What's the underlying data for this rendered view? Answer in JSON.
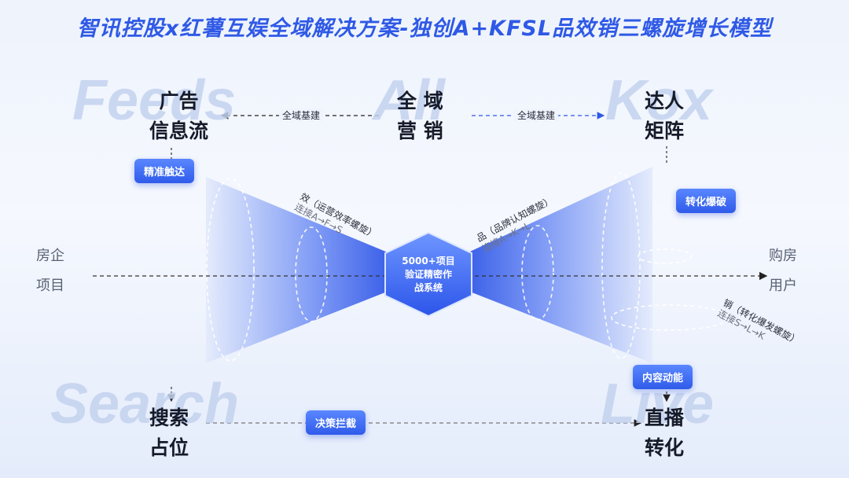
{
  "title": "智讯控股x红薯互娱全域解决方案-独创A+KFSL品效销三螺旋增长模型",
  "watermarks": {
    "feeds": "Feeds",
    "all": "All",
    "kox": "Kox",
    "search": "Search",
    "live": "Live"
  },
  "nodes": {
    "feeds": [
      "广告",
      "信息流"
    ],
    "all": [
      "全 域",
      "营 销"
    ],
    "kox": [
      "达人",
      "矩阵"
    ],
    "search": [
      "搜索",
      "占位"
    ],
    "live": [
      "直播",
      "转化"
    ]
  },
  "edges": {
    "left_label": "全域基建",
    "right_label": "全域基建"
  },
  "side": {
    "left": [
      "房企",
      "项目"
    ],
    "right": [
      "购房",
      "用户"
    ]
  },
  "badges": {
    "precise": "精准触达",
    "convert": "转化爆破",
    "content": "内容动能",
    "decision": "决策拦截"
  },
  "hub": [
    "5000+项目",
    "验证精密作",
    "战系统"
  ],
  "spirals": {
    "xiao_top": {
      "main": "效（运营效率螺旋）",
      "sub": "连接A→F→S"
    },
    "pin": {
      "main": "品（品牌认知螺旋）",
      "sub": "连接A→K→L"
    },
    "xiao_bottom": {
      "main": "销（转化爆发螺旋）",
      "sub": "连接S→L→K"
    }
  },
  "colors": {
    "title": "#2f59e6",
    "badge": "#3b66f0",
    "cone_deep": "#2d55e8",
    "cone_light": "#d3defa"
  }
}
